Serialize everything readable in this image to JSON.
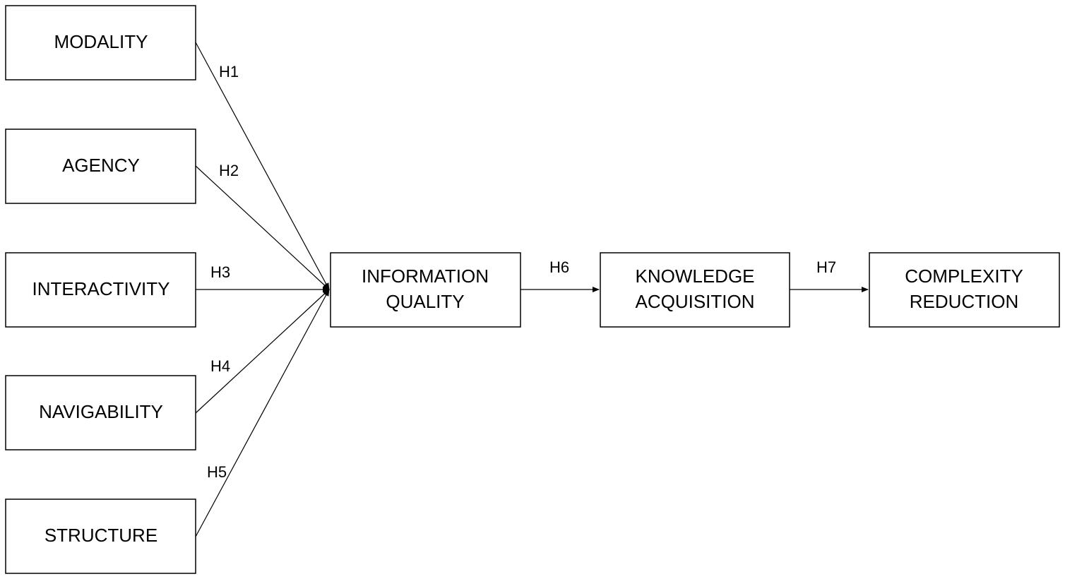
{
  "nodes": {
    "modality": {
      "lines": [
        "MODALITY"
      ]
    },
    "agency": {
      "lines": [
        "AGENCY"
      ]
    },
    "interactivity": {
      "lines": [
        "INTERACTIVITY"
      ]
    },
    "navigability": {
      "lines": [
        "NAVIGABILITY"
      ]
    },
    "structure": {
      "lines": [
        "STRUCTURE"
      ]
    },
    "information_quality": {
      "lines": [
        "INFORMATION",
        "QUALITY"
      ]
    },
    "knowledge_acquisition": {
      "lines": [
        "KNOWLEDGE",
        "ACQUISITION"
      ]
    },
    "complexity_reduction": {
      "lines": [
        "COMPLEXITY",
        "REDUCTION"
      ]
    }
  },
  "edges": [
    {
      "from": "modality",
      "to": "information_quality",
      "label": "H1"
    },
    {
      "from": "agency",
      "to": "information_quality",
      "label": "H2"
    },
    {
      "from": "interactivity",
      "to": "information_quality",
      "label": "H3"
    },
    {
      "from": "navigability",
      "to": "information_quality",
      "label": "H4"
    },
    {
      "from": "structure",
      "to": "information_quality",
      "label": "H5"
    },
    {
      "from": "information_quality",
      "to": "knowledge_acquisition",
      "label": "H6"
    },
    {
      "from": "knowledge_acquisition",
      "to": "complexity_reduction",
      "label": "H7"
    }
  ],
  "colors": {
    "stroke": "#000000",
    "fill": "#ffffff"
  }
}
